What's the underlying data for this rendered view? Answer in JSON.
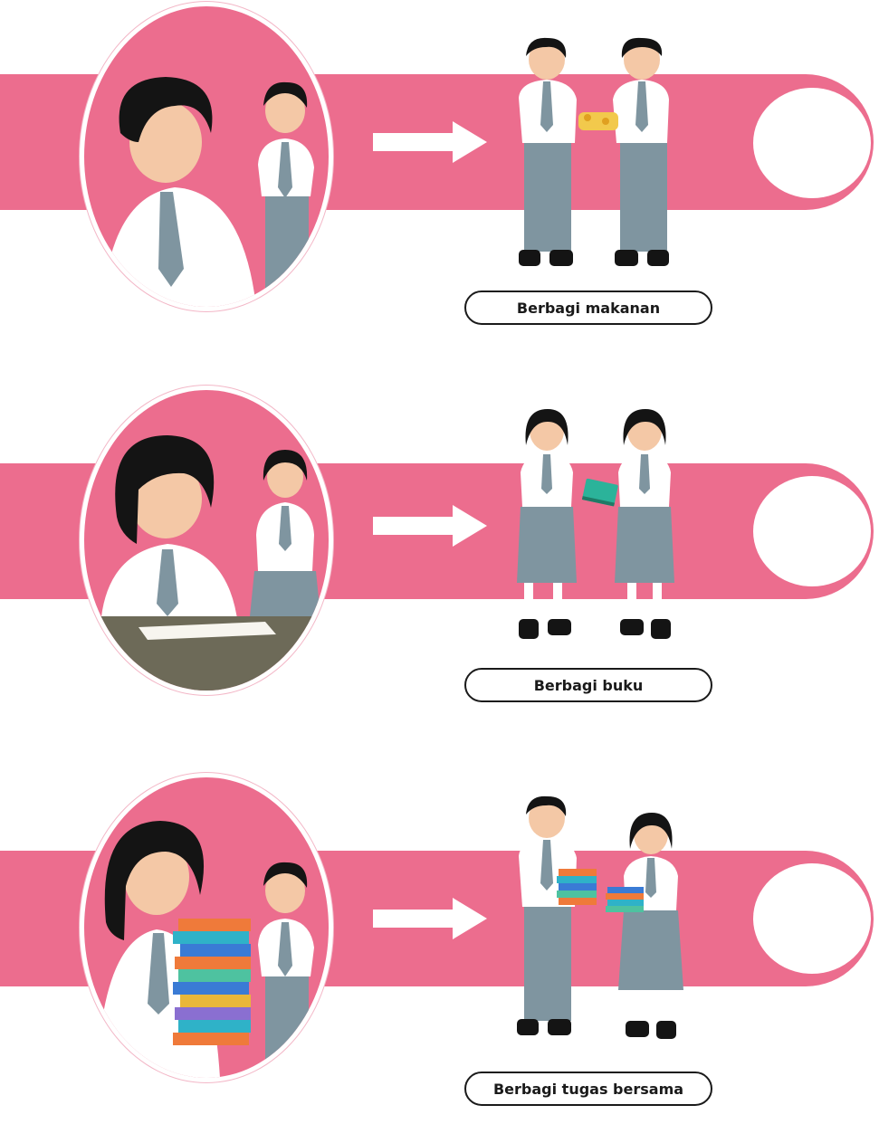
{
  "colors": {
    "band": "#ec6d8e",
    "shirt": "#ffffff",
    "trousers": "#7f95a0",
    "tie": "#7f95a0",
    "hair": "#141414",
    "skin": "#f4c8a6"
  },
  "rows": [
    {
      "caption": "Berbagi makanan",
      "scene_left": "boy-looking-down-with-classmate",
      "scene_right": "two-boys-sharing-food",
      "item_icon": "food-icon"
    },
    {
      "caption": "Berbagi buku",
      "scene_left": "girl-studying-with-classmate",
      "scene_right": "two-girls-sharing-book",
      "item_icon": "book-icon"
    },
    {
      "caption": "Berbagi tugas bersama",
      "scene_left": "girl-carrying-books-with-classmate",
      "scene_right": "boy-and-girl-sharing-books",
      "item_icon": "book-stack-icon"
    }
  ]
}
